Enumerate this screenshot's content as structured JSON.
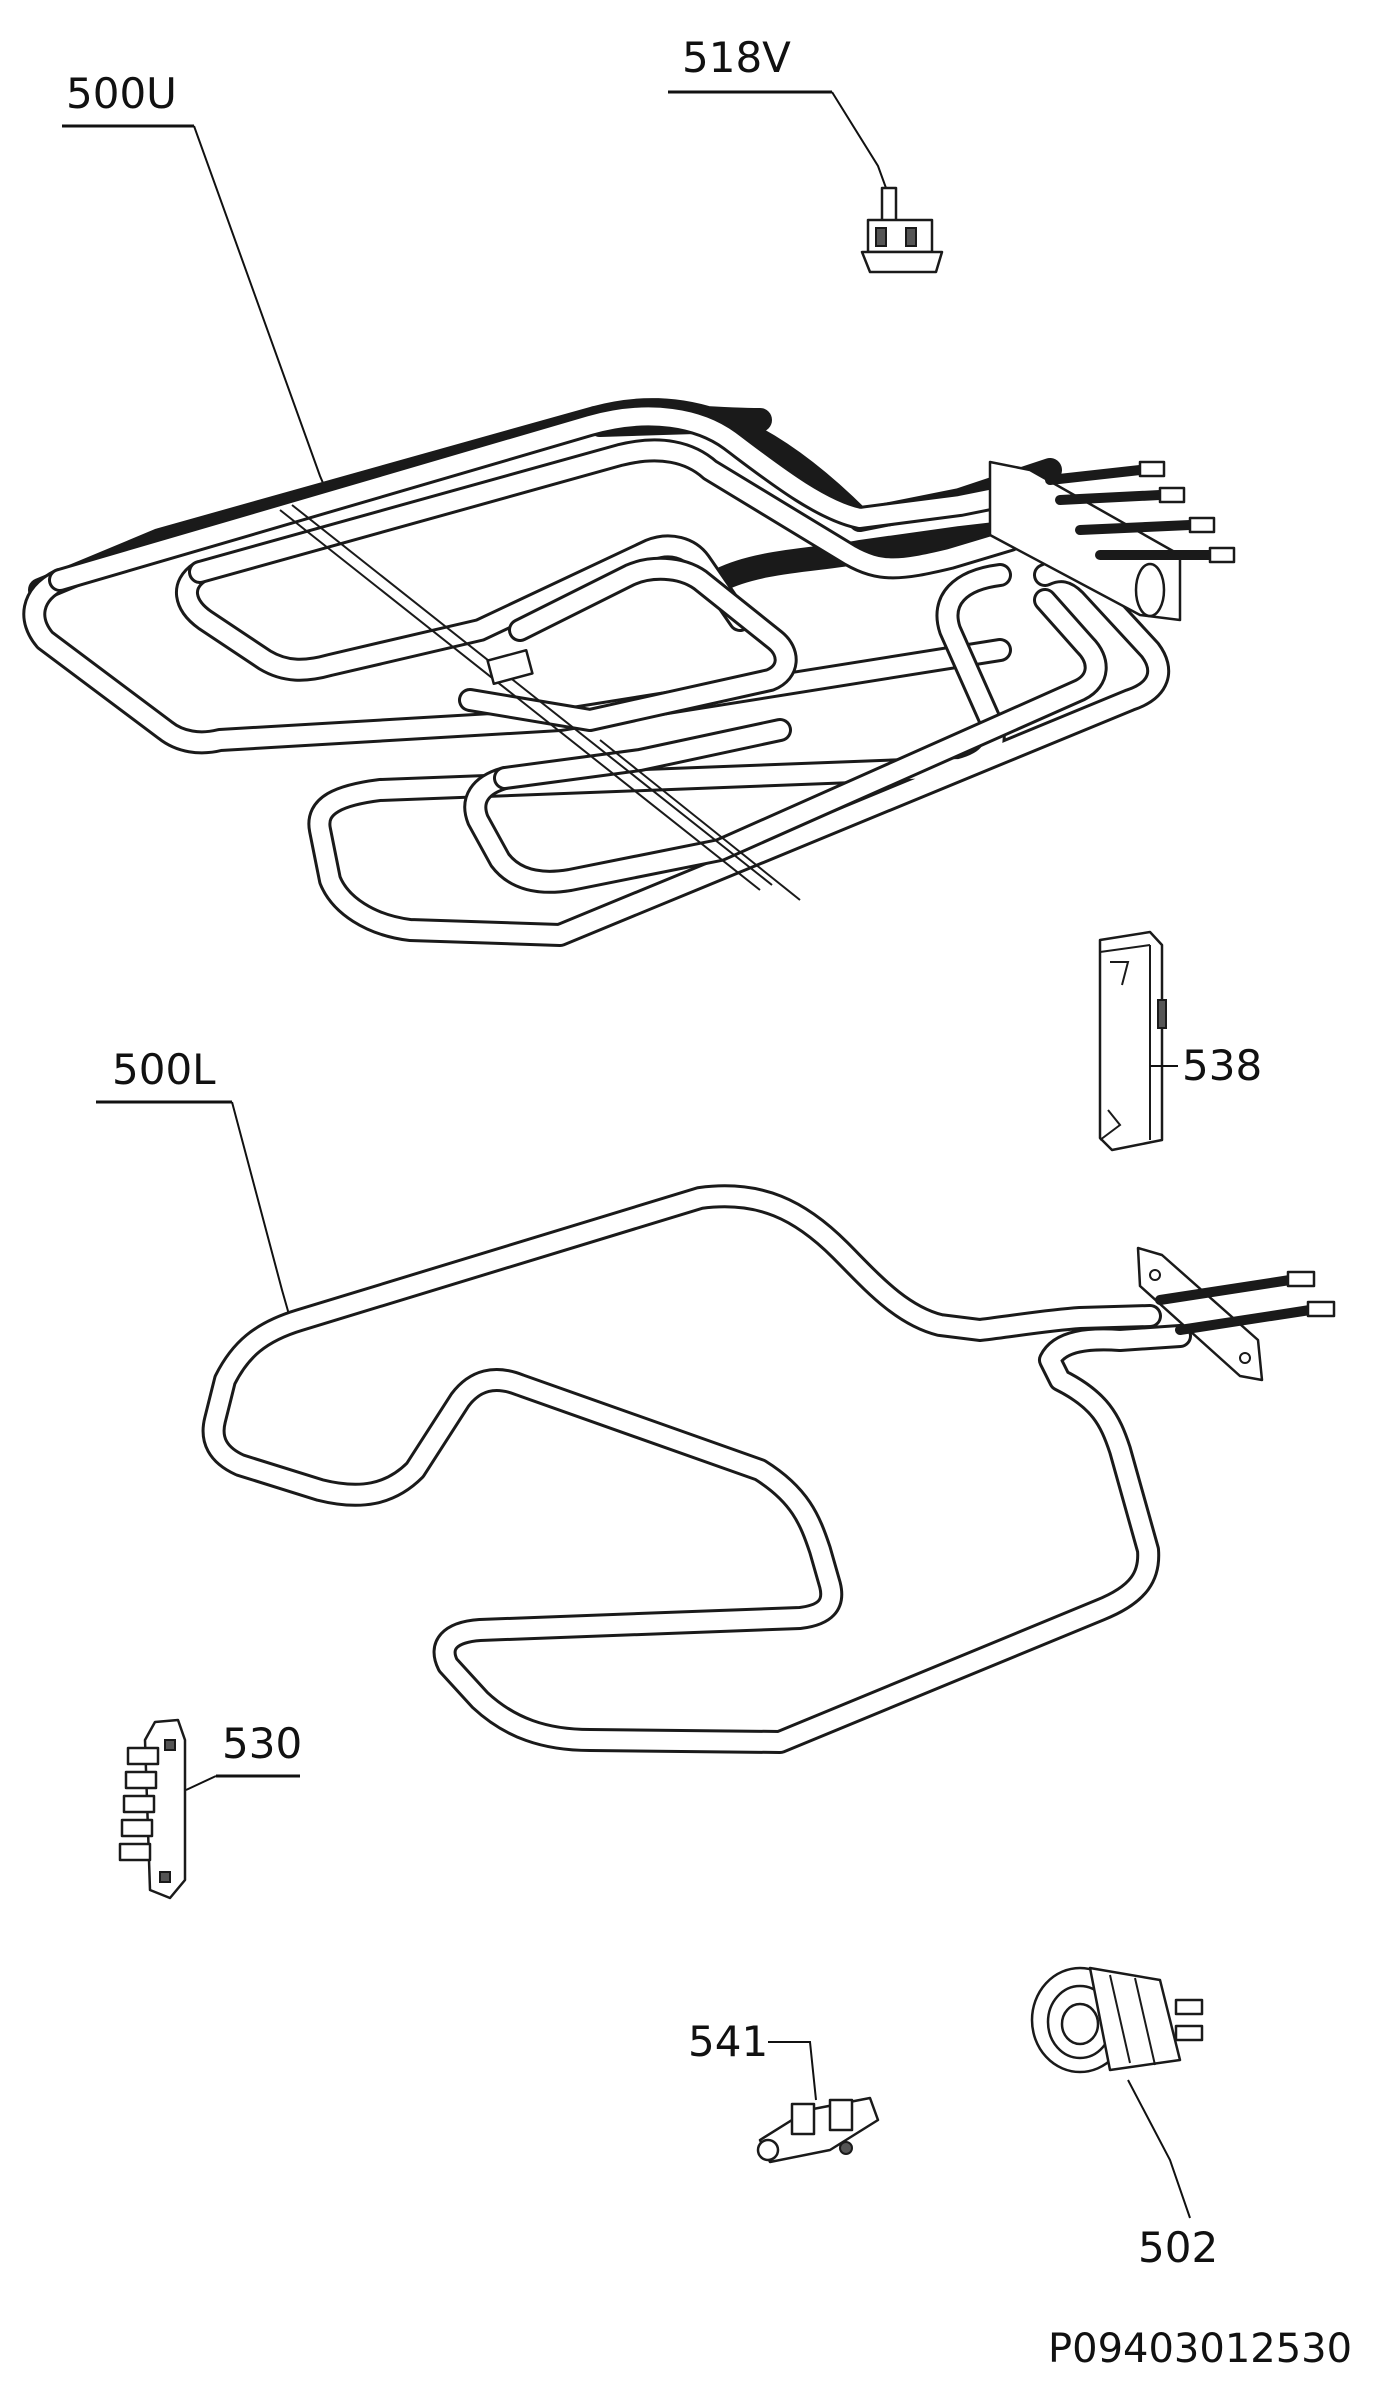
{
  "labels": {
    "element_upper": "500U",
    "thermostat": "518V",
    "element_lower": "500L",
    "part_538": "538",
    "part_530": "530",
    "part_541": "541",
    "lamp": "502"
  },
  "drawing_code": "P09403012530"
}
